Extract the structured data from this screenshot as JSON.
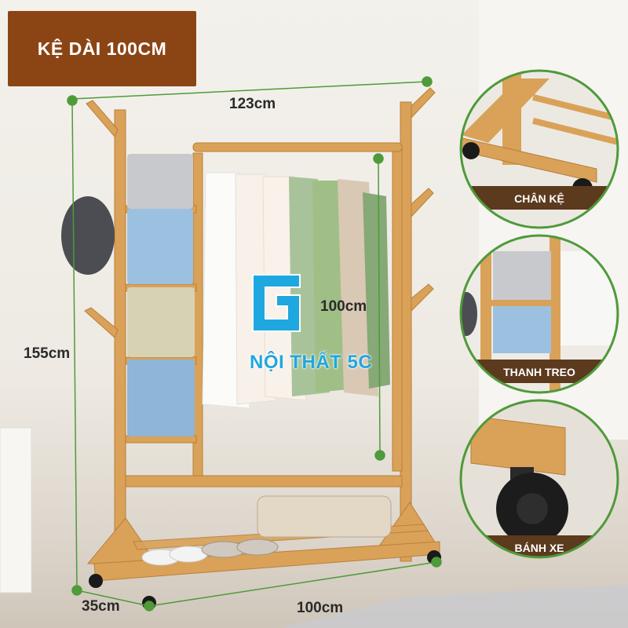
{
  "title": "KỆ DÀI 100CM",
  "dimensions": {
    "width_top": "123cm",
    "height": "155cm",
    "hanging_height": "100cm",
    "depth": "35cm",
    "length": "100cm"
  },
  "details": [
    {
      "label": "CHÂN KỆ"
    },
    {
      "label": "THANH TREO"
    },
    {
      "label": "BÁNH XE"
    }
  ],
  "brand": "NỘI THẤT 5C",
  "colors": {
    "badge": "#8b4515",
    "wood": "#d9a258",
    "guide_line": "#4f9a3a",
    "label_bg": "#5c3a1e",
    "brand": "#1fa7df"
  }
}
